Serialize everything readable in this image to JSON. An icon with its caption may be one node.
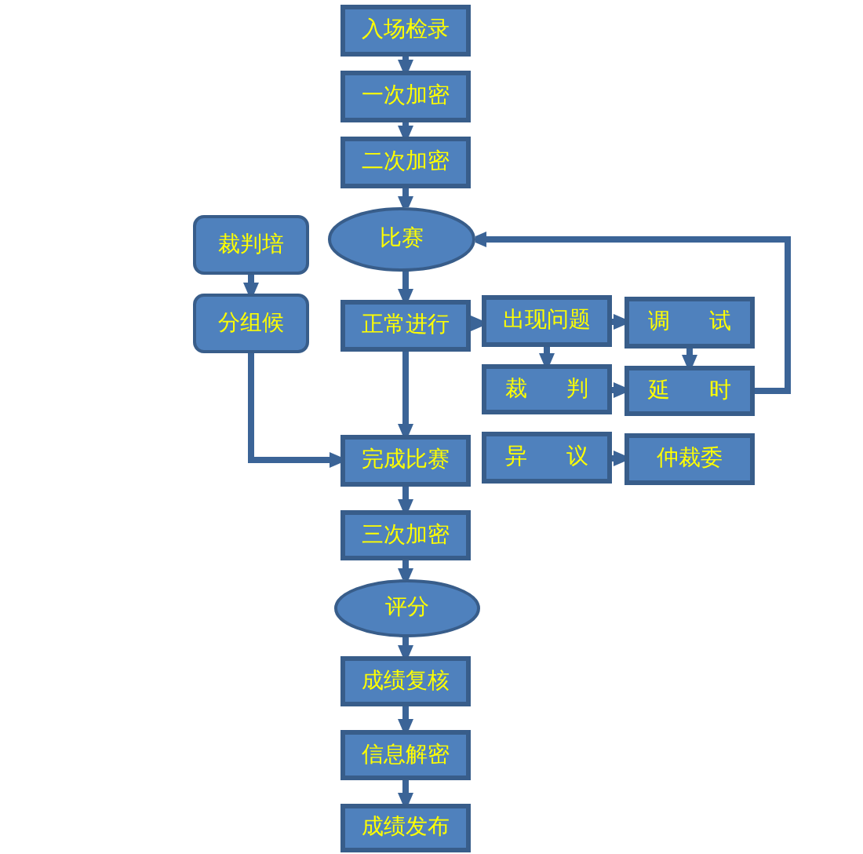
{
  "diagram": {
    "nodes": [
      {
        "text": [
          "入场检录"
        ]
      },
      {
        "text": [
          "一次加密"
        ]
      },
      {
        "text": [
          "二次加密"
        ]
      },
      {
        "text": [
          "裁判培"
        ]
      },
      {
        "text": [
          "比赛"
        ]
      },
      {
        "text": [
          "分组候"
        ]
      },
      {
        "text": [
          "正常进行"
        ]
      },
      {
        "text": [
          "出现问题"
        ]
      },
      {
        "text": [
          "调 试"
        ]
      },
      {
        "text": [
          "裁 判"
        ]
      },
      {
        "text": [
          "延 时"
        ]
      },
      {
        "text": [
          "完成比赛"
        ]
      },
      {
        "text": [
          "异 议"
        ]
      },
      {
        "text": [
          "仲裁委"
        ]
      },
      {
        "text": [
          "三次加密"
        ]
      },
      {
        "text": [
          "评分"
        ]
      },
      {
        "text": [
          "成绩复核"
        ]
      },
      {
        "text": [
          "信息解密"
        ]
      },
      {
        "text": [
          "成绩发布"
        ]
      }
    ],
    "edges": [
      {
        "from": 0,
        "to": 1,
        "arrow": "to"
      },
      {
        "from": 1,
        "to": 2,
        "arrow": "to"
      },
      {
        "from": 2,
        "to": 4,
        "arrow": "to"
      },
      {
        "from": 4,
        "to": 6,
        "arrow": "to"
      },
      {
        "from": 3,
        "to": 5,
        "arrow": "to"
      },
      {
        "from": 5,
        "to": 11,
        "arrow": "to"
      },
      {
        "from": 6,
        "to": 7,
        "arrow": "to"
      },
      {
        "from": 6,
        "to": 11,
        "arrow": "to"
      },
      {
        "from": 7,
        "to": 8,
        "arrow": "to"
      },
      {
        "from": 7,
        "to": 9,
        "arrow": "to"
      },
      {
        "from": 8,
        "to": 10,
        "arrow": "to"
      },
      {
        "from": 9,
        "to": 10,
        "arrow": "to"
      },
      {
        "from": 10,
        "to": 4,
        "arrow": "to"
      },
      {
        "from": 11,
        "to": 14,
        "arrow": "to"
      },
      {
        "from": 12,
        "to": 13,
        "arrow": "to"
      },
      {
        "from": 14,
        "to": 15,
        "arrow": "to"
      },
      {
        "from": 15,
        "to": 16,
        "arrow": "to"
      },
      {
        "from": 16,
        "to": 17,
        "arrow": "to"
      },
      {
        "from": 17,
        "to": 18,
        "arrow": "to"
      }
    ]
  }
}
